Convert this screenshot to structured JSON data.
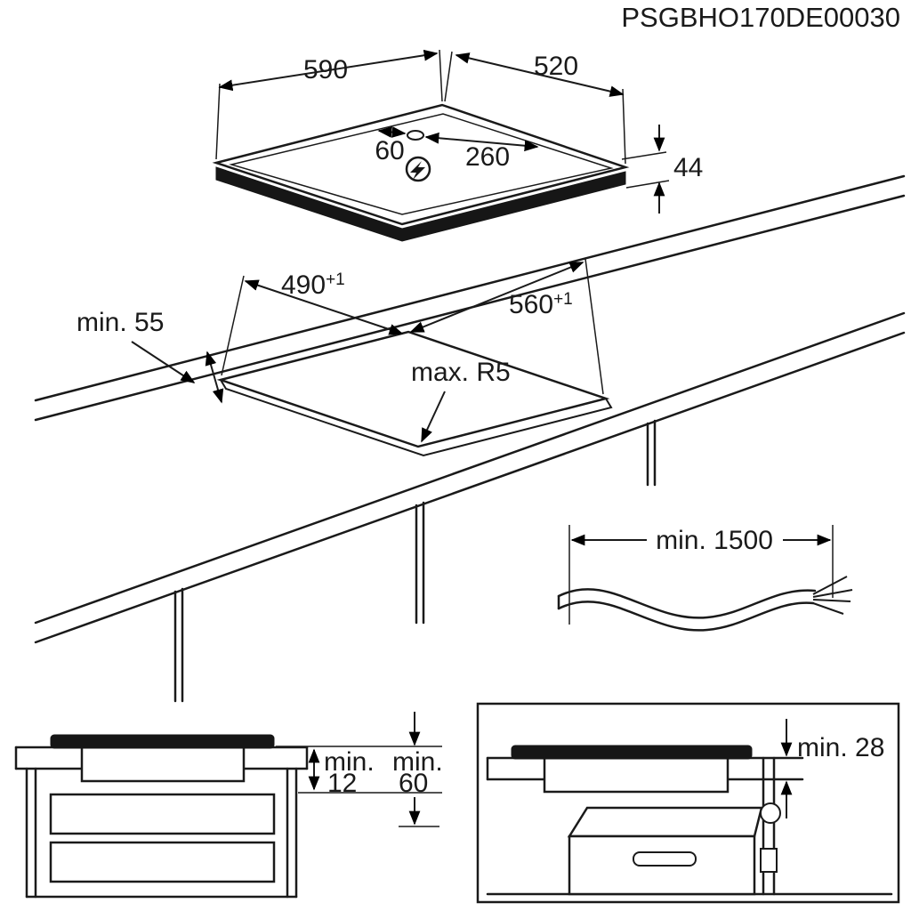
{
  "title_code": "PSGBHO170DE00030",
  "hob": {
    "width": "590",
    "depth": "520",
    "hole_to_center": "60",
    "hole_to_edge": "260",
    "thickness": "44"
  },
  "cutout": {
    "depth": "490",
    "depth_tolerance": "+1",
    "width": "560",
    "width_tolerance": "+1",
    "edge_clearance": "min. 55",
    "corner_radius": "max. R5"
  },
  "cable": {
    "min_length": "min. 1500"
  },
  "clearances": {
    "drawer_min_label": "min.",
    "drawer_min_value": "12",
    "shelf_min_label": "min.",
    "shelf_min_value": "60",
    "oven_min": "min. 28"
  }
}
